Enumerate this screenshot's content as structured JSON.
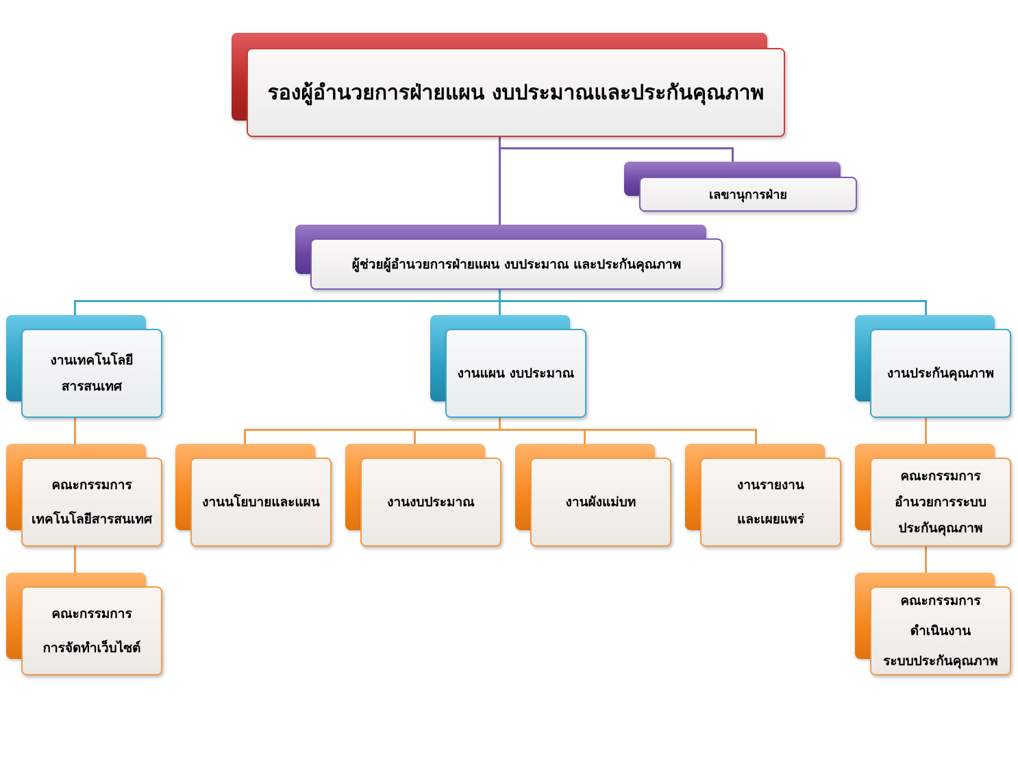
{
  "top": {
    "title": "รองผู้อำนวยการฝ่ายแผน งบประมาณและประกันคุณภาพ"
  },
  "secretary": {
    "label": "เลขานุการฝ่าย"
  },
  "assistant": {
    "label": "ผู้ช่วยผู้อำนวยการฝ่ายแผน งบประมาณ และประกันคุณภาพ"
  },
  "divisions": {
    "it": {
      "line1": "งานเทคโนโลยี",
      "line2": "สารสนเทศ"
    },
    "plan": {
      "label": "งานแผน  งบประมาณ"
    },
    "qa": {
      "label": "งานประกันคุณภาพ"
    }
  },
  "it_committees": {
    "tech": {
      "line1": "คณะกรรมการ",
      "line2": "เทคโนโลยีสารสนเทศ"
    },
    "web": {
      "line1": "คณะกรรมการ",
      "line2": "การจัดทำเว็บไซต์"
    }
  },
  "plan_units": {
    "policy": "งานนโยบายและแผน",
    "budget": "งานงบประมาณ",
    "masterplan": "งานผังแม่บท",
    "report": {
      "line1": "งานรายงาน",
      "line2": "และเผยแพร่"
    }
  },
  "qa_committees": {
    "direction": {
      "line1": "คณะกรรมการ",
      "line2": "อำนวยการระบบ",
      "line3": "ประกันคุณภาพ"
    },
    "operation": {
      "line1": "คณะกรรมการ",
      "line2": "ดำเนินงาน",
      "line3": "ระบบประกันคุณภาพ"
    }
  },
  "colors": {
    "red": "#b72828",
    "purple": "#6a46a3",
    "blue": "#2c9ec2",
    "orange": "#f7871e"
  }
}
